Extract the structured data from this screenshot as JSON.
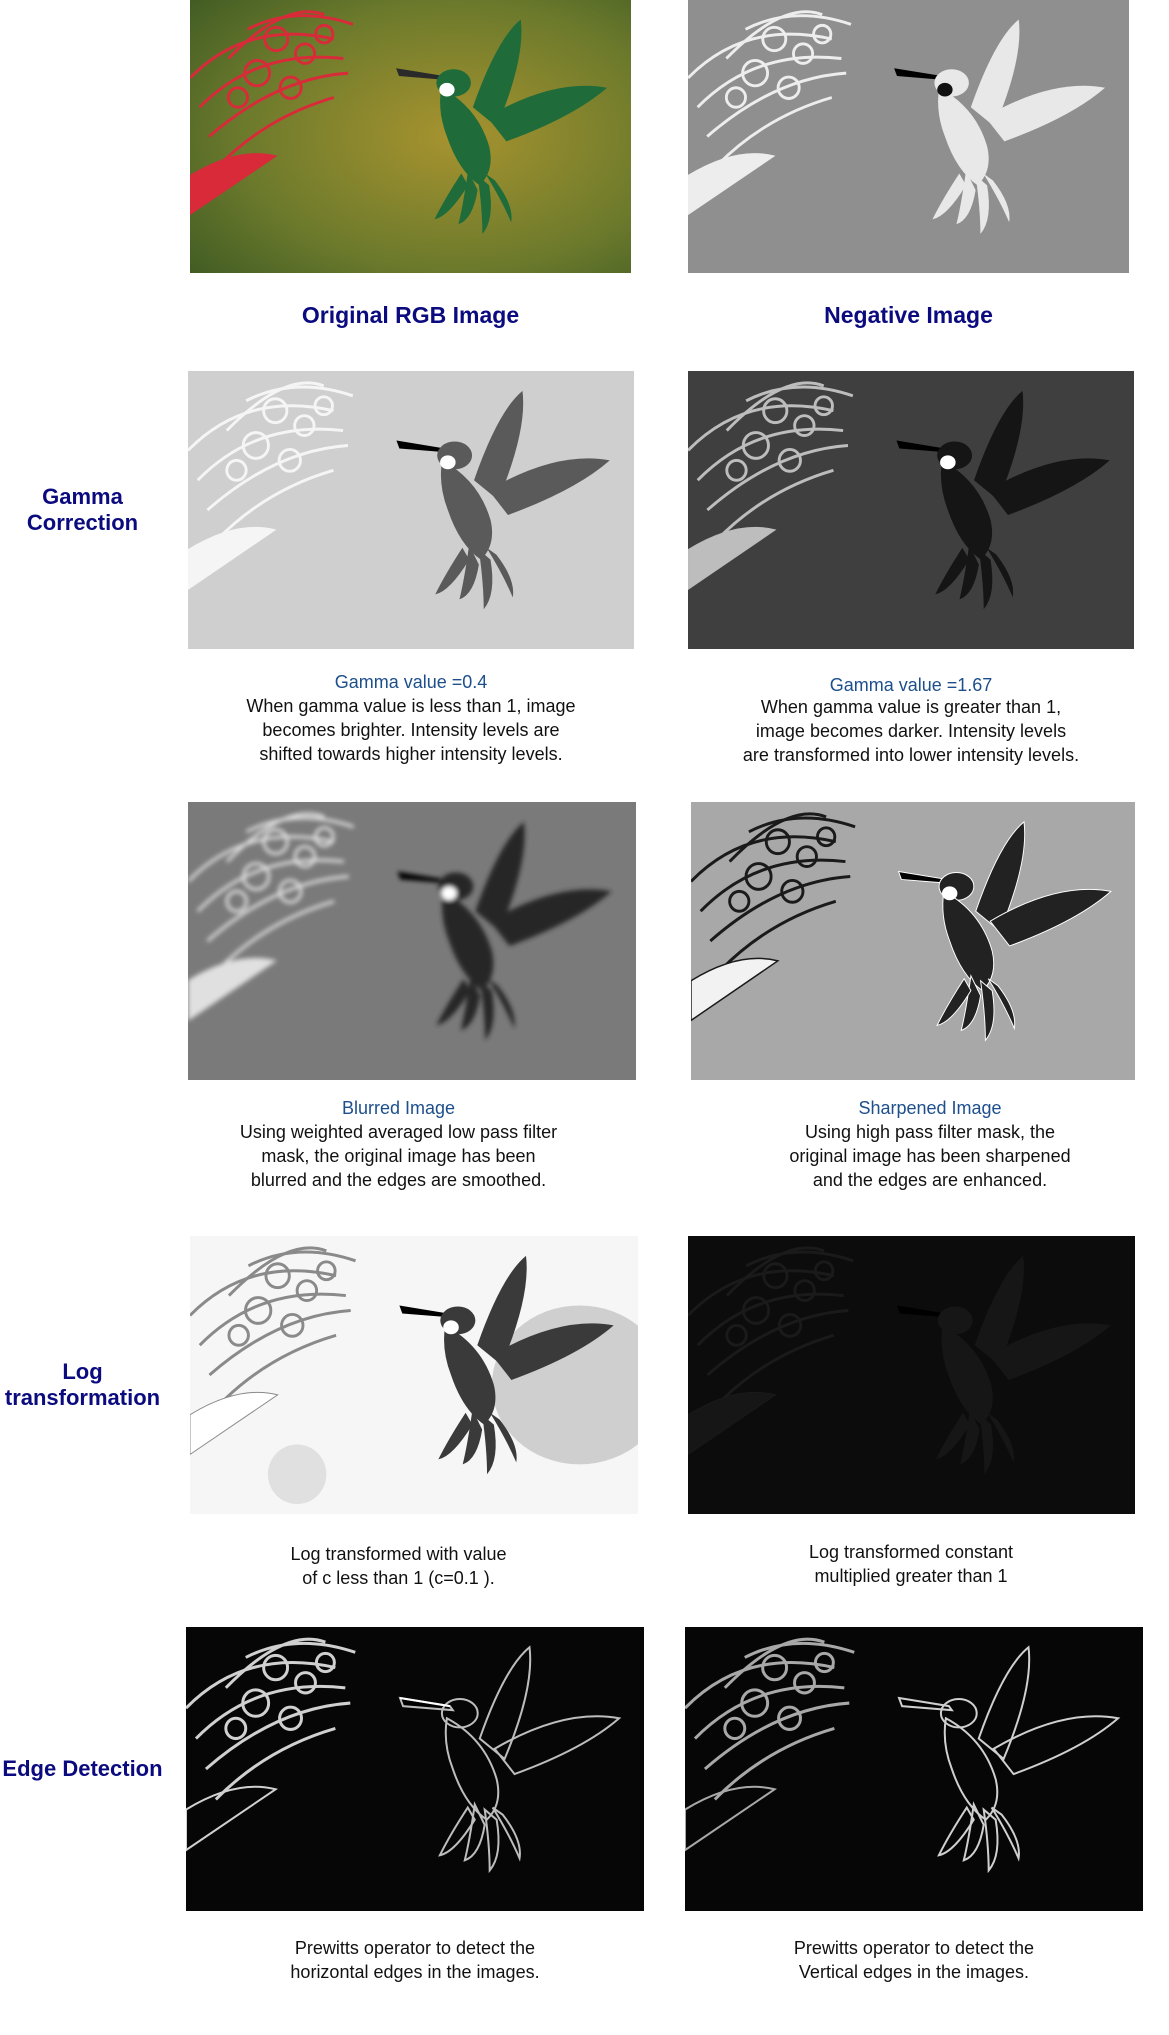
{
  "headings": {
    "original": "Original RGB Image",
    "negative": "Negative Image"
  },
  "row_labels": {
    "gamma": "Gamma\nCorrection",
    "log": "Log\ntransformation",
    "edge": "Edge Detection"
  },
  "captions": {
    "gamma_low": {
      "title": "Gamma value =0.4",
      "body": "When gamma value is less than 1, image\nbecomes brighter. Intensity levels are\nshifted towards higher intensity levels."
    },
    "gamma_high": {
      "title": "Gamma value =1.67",
      "body": "When gamma value is greater than 1,\nimage becomes darker. Intensity levels\nare transformed into lower intensity levels."
    },
    "blurred": {
      "title": "Blurred Image",
      "body": "Using weighted averaged low pass filter\nmask, the original image has been\nblurred and the edges are smoothed."
    },
    "sharpened": {
      "title": "Sharpened Image",
      "body": "Using high pass filter mask, the\noriginal image has been sharpened\nand the edges are enhanced."
    },
    "log_low": {
      "body": "Log transformed with value\nof c less than 1  (c=0.1 )."
    },
    "log_high": {
      "body": "Log transformed constant\nmultiplied greater than 1"
    },
    "edge_h": {
      "body": "Prewitts operator to detect the\nhorizontal edges in the images."
    },
    "edge_v": {
      "body": "Prewitts operator to detect the\nVertical edges in the images."
    }
  },
  "colors": {
    "heading": "#0b0b7f",
    "caption_title": "#1d4f8c",
    "flower_red": "#d92a3a",
    "bird_green": "#1f6b3a"
  }
}
